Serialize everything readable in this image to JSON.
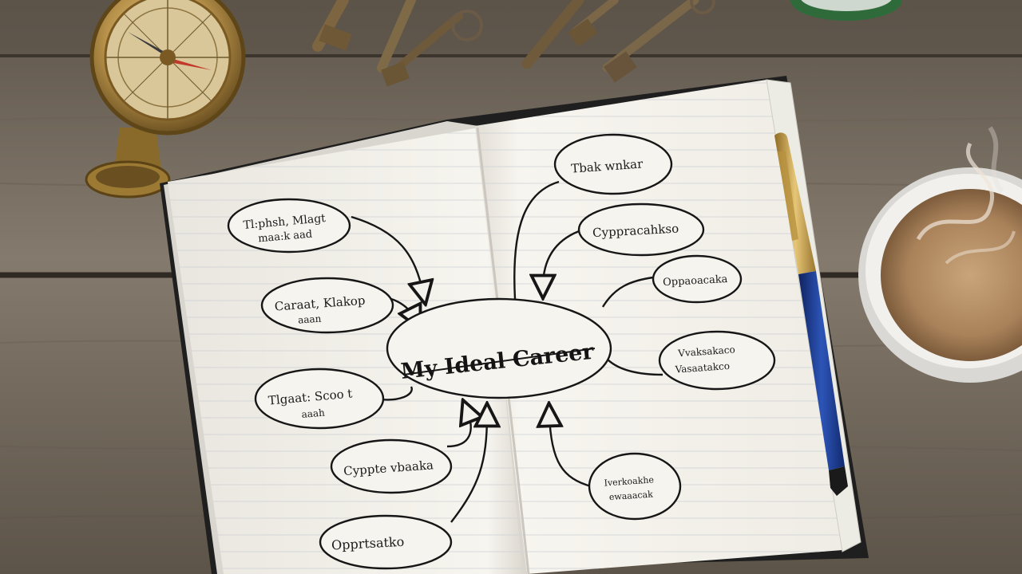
{
  "scene": {
    "description_free": true,
    "central_node": {
      "label": "My Ideal Career"
    },
    "bubbles": [
      {
        "id": "left-1",
        "lines": [
          "Tl:phsh, Mlagt",
          "maa:k aad"
        ]
      },
      {
        "id": "left-2",
        "lines": [
          "Caraat, Klakop",
          "aaan"
        ]
      },
      {
        "id": "left-3",
        "lines": [
          "Tlgaat: Scoo t",
          "aaah"
        ]
      },
      {
        "id": "left-4",
        "lines": [
          "Cyppte vbaaka"
        ]
      },
      {
        "id": "left-5",
        "lines": [
          "Opprtsatko"
        ]
      },
      {
        "id": "right-1",
        "lines": [
          "Tbak wnkar"
        ]
      },
      {
        "id": "right-2",
        "lines": [
          "Cyppracahkso"
        ]
      },
      {
        "id": "right-3",
        "lines": [
          "Oppaoacaka"
        ]
      },
      {
        "id": "right-4",
        "lines": [
          "Vvaksakaco",
          "Vasaatakco"
        ]
      },
      {
        "id": "right-5",
        "lines": [
          "Iverkoakhe",
          "ewaaacak"
        ]
      }
    ],
    "colors": {
      "wood": "#7a6f62",
      "paper": "#f4f2ec",
      "ink": "#161616",
      "pen_blue": "#1c3a8a",
      "pen_brass": "#c8a24a",
      "coffee": "#b38a5e",
      "compass_brass": "#b08a3e"
    },
    "objects": [
      "compass-icon",
      "keys-icon",
      "pen-icon",
      "coffee-cup-icon",
      "notebook-icon"
    ]
  }
}
